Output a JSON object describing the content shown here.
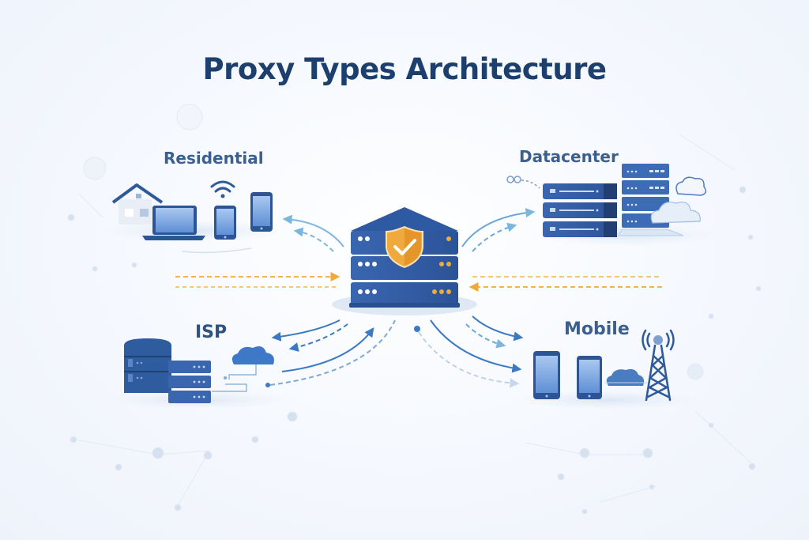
{
  "title": "Proxy Types Architecture",
  "nodes": {
    "residential": {
      "label": "Residential",
      "icons": [
        "house-icon",
        "laptop-icon",
        "wifi-icon",
        "smartphone-icon",
        "smartphone-icon"
      ]
    },
    "datacenter": {
      "label": "Datacenter",
      "icons": [
        "server-rack-icon",
        "server-tower-icon",
        "cloud-icon"
      ]
    },
    "isp": {
      "label": "ISP",
      "icons": [
        "database-server-icon",
        "server-icon",
        "cloud-icon"
      ]
    },
    "mobile": {
      "label": "Mobile",
      "icons": [
        "smartphone-icon",
        "smartphone-icon",
        "cloud-icon",
        "cell-tower-icon"
      ]
    },
    "proxy": {
      "icons": [
        "proxy-server-icon",
        "shield-check-icon"
      ]
    }
  },
  "colors": {
    "title": "#1c3f6e",
    "label": "#3b5f8f",
    "server_dark": "#2c559c",
    "server_mid": "#3d6bb5",
    "device_screen": "#7ea8e6",
    "arrow_blue": "#3a7ac4",
    "arrow_light": "#7bb6de",
    "arrow_orange": "#f0a93c",
    "shield": "#f0a93c",
    "background": "#f4f7fc"
  }
}
